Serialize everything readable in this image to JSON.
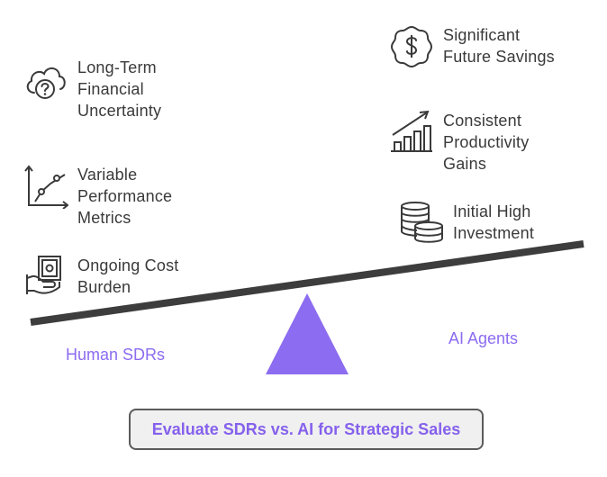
{
  "left_side": {
    "label": "Human SDRs",
    "items": [
      {
        "label": "Long-Term\nFinancial\nUncertainty",
        "icon": "cloud-question-icon"
      },
      {
        "label": "Variable\nPerformance\nMetrics",
        "icon": "line-chart-icon"
      },
      {
        "label": "Ongoing Cost\nBurden",
        "icon": "cash-hand-icon"
      }
    ]
  },
  "right_side": {
    "label": "AI Agents",
    "items": [
      {
        "label": "Significant\nFuture Savings",
        "icon": "dollar-badge-icon"
      },
      {
        "label": "Consistent\nProductivity\nGains",
        "icon": "growth-bars-icon"
      },
      {
        "label": "Initial High\nInvestment",
        "icon": "coin-stacks-icon"
      }
    ]
  },
  "footer": {
    "title": "Evaluate SDRs vs. AI for Strategic Sales"
  },
  "colors": {
    "accent": "#8561ec",
    "fulcrum": "#8c6cf0",
    "beam": "#3d3d3d",
    "text": "#3a3a3a"
  }
}
